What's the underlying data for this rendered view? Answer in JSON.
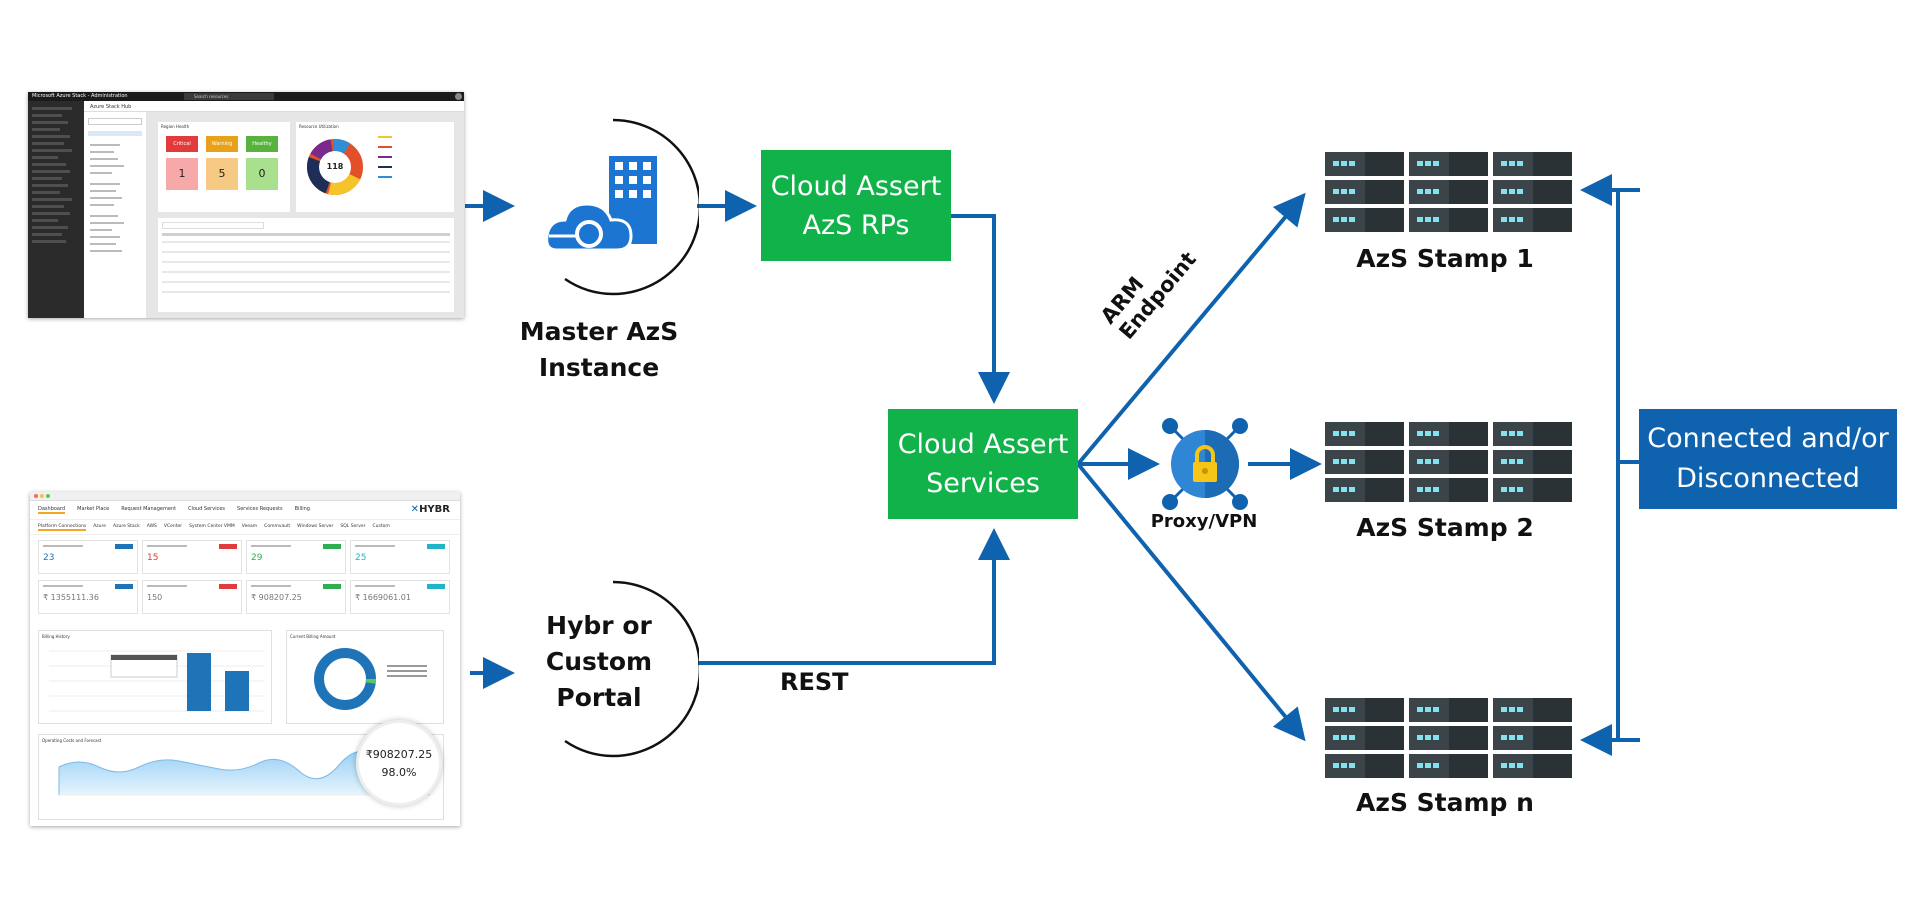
{
  "boxes": {
    "rps": [
      "Cloud Assert",
      "AzS RPs"
    ],
    "services": [
      "Cloud Assert",
      "Services"
    ],
    "connected": [
      "Connected and/or",
      "Disconnected"
    ]
  },
  "labels": {
    "master": [
      "Master AzS",
      "Instance"
    ],
    "portal": [
      "Hybr or",
      "Custom",
      "Portal"
    ],
    "rest": "REST",
    "arm": "ARM Endpoint",
    "proxy": "Proxy/VPN",
    "stamp1": "AzS Stamp 1",
    "stamp2": "AzS Stamp 2",
    "stampn": "AzS Stamp n"
  },
  "azure_shot": {
    "title": "Microsoft Azure Stack - Administration",
    "search": "Search resources",
    "page_title": "Azure Stack Hub",
    "health_header": "Region Health",
    "health": [
      {
        "label": "Critical",
        "value": "1",
        "color": "#e23b3b",
        "bg": "#f7a8a8"
      },
      {
        "label": "Warning",
        "value": "5",
        "color": "#e8a21a",
        "bg": "#f6c985"
      },
      {
        "label": "Healthy",
        "value": "0",
        "color": "#57b33e",
        "bg": "#a8e08e"
      }
    ],
    "donut_header": "Resource Utilization",
    "donut_value": "118"
  },
  "hybr_shot": {
    "brand": "HYBR",
    "nav": [
      "Dashboard",
      "Market Place",
      "Request Management",
      "Cloud Services",
      "Services Requests",
      "Billing"
    ],
    "tabs": [
      "Platform Connections",
      "Azure",
      "Azure Stack",
      "AWS",
      "VCenter",
      "System Center VMM",
      "Veeam",
      "Commvault",
      "Windows Server",
      "SQL Server",
      "Custom"
    ],
    "stats": [
      "23",
      "15",
      "29",
      "25"
    ],
    "money": [
      "₹ 1355111.36",
      "150",
      "₹ 908207.25",
      "₹ 1669061.01"
    ],
    "bubble_value": "₹908207.25",
    "bubble_pct": "98.0%",
    "billing_header": "Billing History",
    "usage_header": "Current Billing Amount",
    "forecast_header": "Operating Costs and Forecast"
  }
}
